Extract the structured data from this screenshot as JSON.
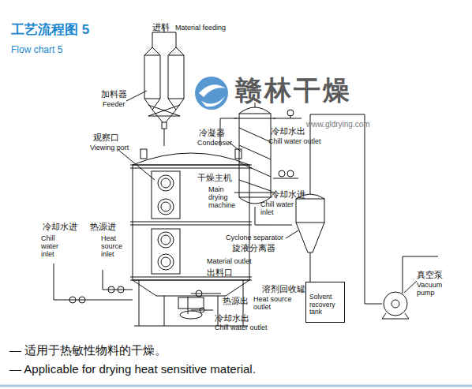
{
  "diagram": {
    "title": "工艺流程图 5",
    "caption": "— 适用于热敏性物料的干燥。",
    "nodes": [
      {
        "text": [
          "加料器",
          "Feeder"
        ]
      },
      {
        "text": [
          "干燥主机",
          "Main drying machine"
        ]
      },
      {
        "text": [
          "冷凝器",
          "Condenser"
        ]
      },
      {
        "text": [
          "Cyclone separator",
          "旋液分离器"
        ]
      },
      {
        "text": [
          "溶剂回收罐",
          "Solvent recovery tank"
        ]
      },
      {
        "text": [
          "真空泵",
          "Vacuum pump"
        ]
      }
    ],
    "edges": [
      {
        "from": 0,
        "to": 1,
        "arrow": "none"
      },
      {
        "from": 1,
        "to": 2,
        "arrow": "none"
      },
      {
        "from": 2,
        "to": 3,
        "arrow": "none"
      },
      {
        "from": 3,
        "to": 4,
        "arrow": "none"
      },
      {
        "from": 3,
        "to": 5,
        "arrow": "none"
      }
    ],
    "labels": [
      "进料",
      "Material feeding",
      "观察口",
      "Viewing port",
      "冷却水出",
      "Chill water outlet",
      "冷却水进",
      "Chill water inlet",
      "冷却水进",
      "Chill water inlet",
      "热源进",
      "Heat source inlet",
      "Material outlet",
      "出料口",
      "热源出",
      "Heat source outlet",
      "冷却水出",
      "Chill water outlet",
      "赣林干燥",
      "www.gldrying.com",
      "Flow chart 5",
      "— Applicable for drying heat sensitive material."
    ]
  }
}
